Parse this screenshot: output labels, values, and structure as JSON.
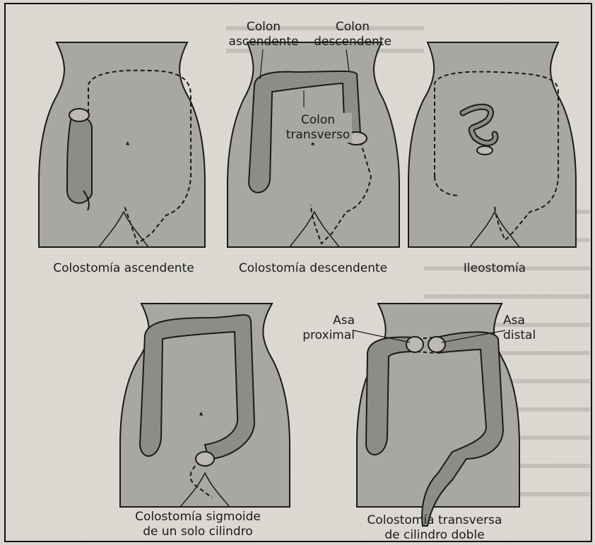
{
  "panels": [
    {
      "caption": "Colostomía ascendente"
    },
    {
      "caption": "Colostomía descendente",
      "labels": {
        "ascending": [
          "Colon",
          "ascendente"
        ],
        "descending": [
          "Colon",
          "descendente"
        ],
        "transverse": [
          "Colon",
          "transverso"
        ]
      }
    },
    {
      "caption": "Ileostomía"
    },
    {
      "caption": [
        "Colostomía sigmoide",
        "de un solo cilindro"
      ]
    },
    {
      "caption": [
        "Colostomía transversa",
        "de cilindro doble"
      ],
      "labels": {
        "proximal": [
          "Asa",
          "proximal"
        ],
        "distal": [
          "Asa",
          "distal"
        ]
      }
    }
  ],
  "colors": {
    "paper": "#dcd9d2",
    "body_fill": "#a9a7a3",
    "colon_fill": "#8e8c88",
    "stroke": "#1a1a1a",
    "border": "#111111"
  }
}
